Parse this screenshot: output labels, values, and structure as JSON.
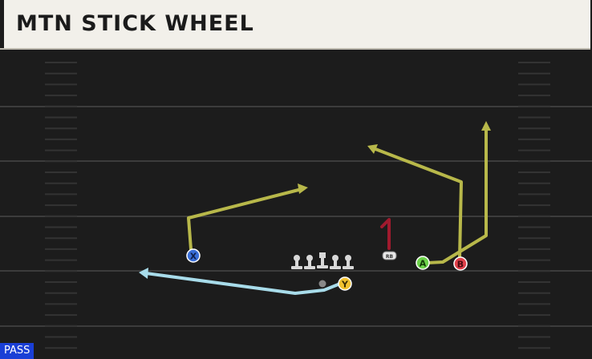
{
  "play": {
    "name": "MTN STICK WHEEL",
    "type": "PASS"
  },
  "players": [
    {
      "id": "x",
      "label": "X",
      "color": "#3a6fd8"
    },
    {
      "id": "y",
      "label": "Y",
      "color": "#f2c230"
    },
    {
      "id": "a",
      "label": "A",
      "color": "#6cd24a"
    },
    {
      "id": "b",
      "label": "B",
      "color": "#e0404a"
    },
    {
      "id": "rb",
      "label": "RB",
      "color": "#e8e8e8"
    }
  ],
  "colors": {
    "route_primary": "#b8b84a",
    "route_flat": "#a8dcea",
    "route_block": "#a01a2e",
    "lineman": "#d8d8d8",
    "qb": "#888888",
    "play_type_bg": "#1a3fd6"
  }
}
